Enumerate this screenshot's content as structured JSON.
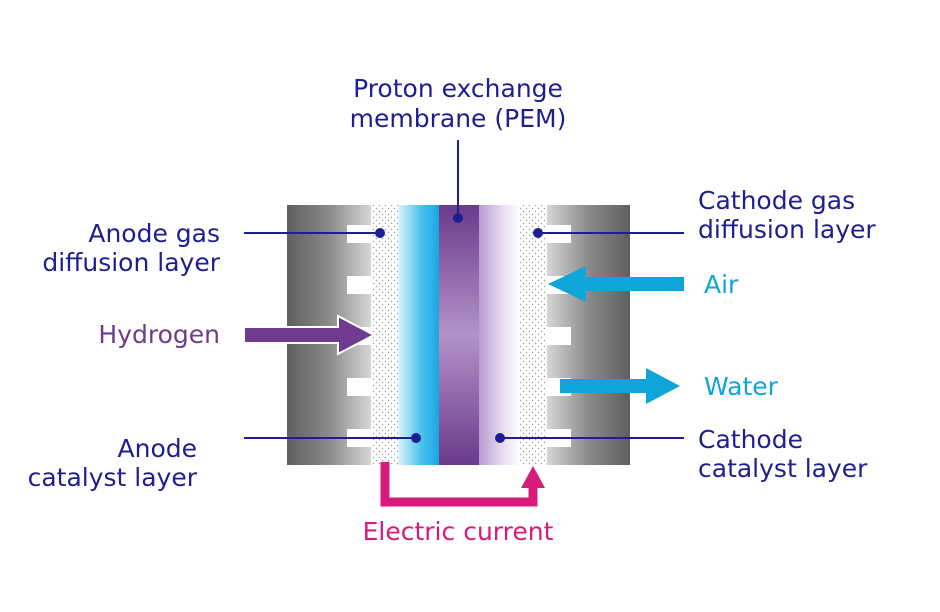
{
  "labels": {
    "pem_line1": "Proton exchange",
    "pem_line2": "membrane (PEM)",
    "anode_gdl_line1": "Anode gas",
    "anode_gdl_line2": "diffusion layer",
    "cathode_gdl_line1": "Cathode gas",
    "cathode_gdl_line2": "diffusion layer",
    "hydrogen": "Hydrogen",
    "air": "Air",
    "water": "Water",
    "anode_cl_line1": "Anode",
    "anode_cl_line2": "catalyst layer",
    "cathode_cl_line1": "Cathode",
    "cathode_cl_line2": "catalyst layer",
    "electric_current": "Electric current"
  },
  "colors": {
    "label_navy": "#1e1f8e",
    "air_water_cyan": "#0ea5d8",
    "hydrogen_purple": "#6e3b8f",
    "current_magenta": "#d81b7b",
    "pem_purple": "#7b4a9c",
    "anode_catalyst_cyan": "#2bb6ea"
  }
}
